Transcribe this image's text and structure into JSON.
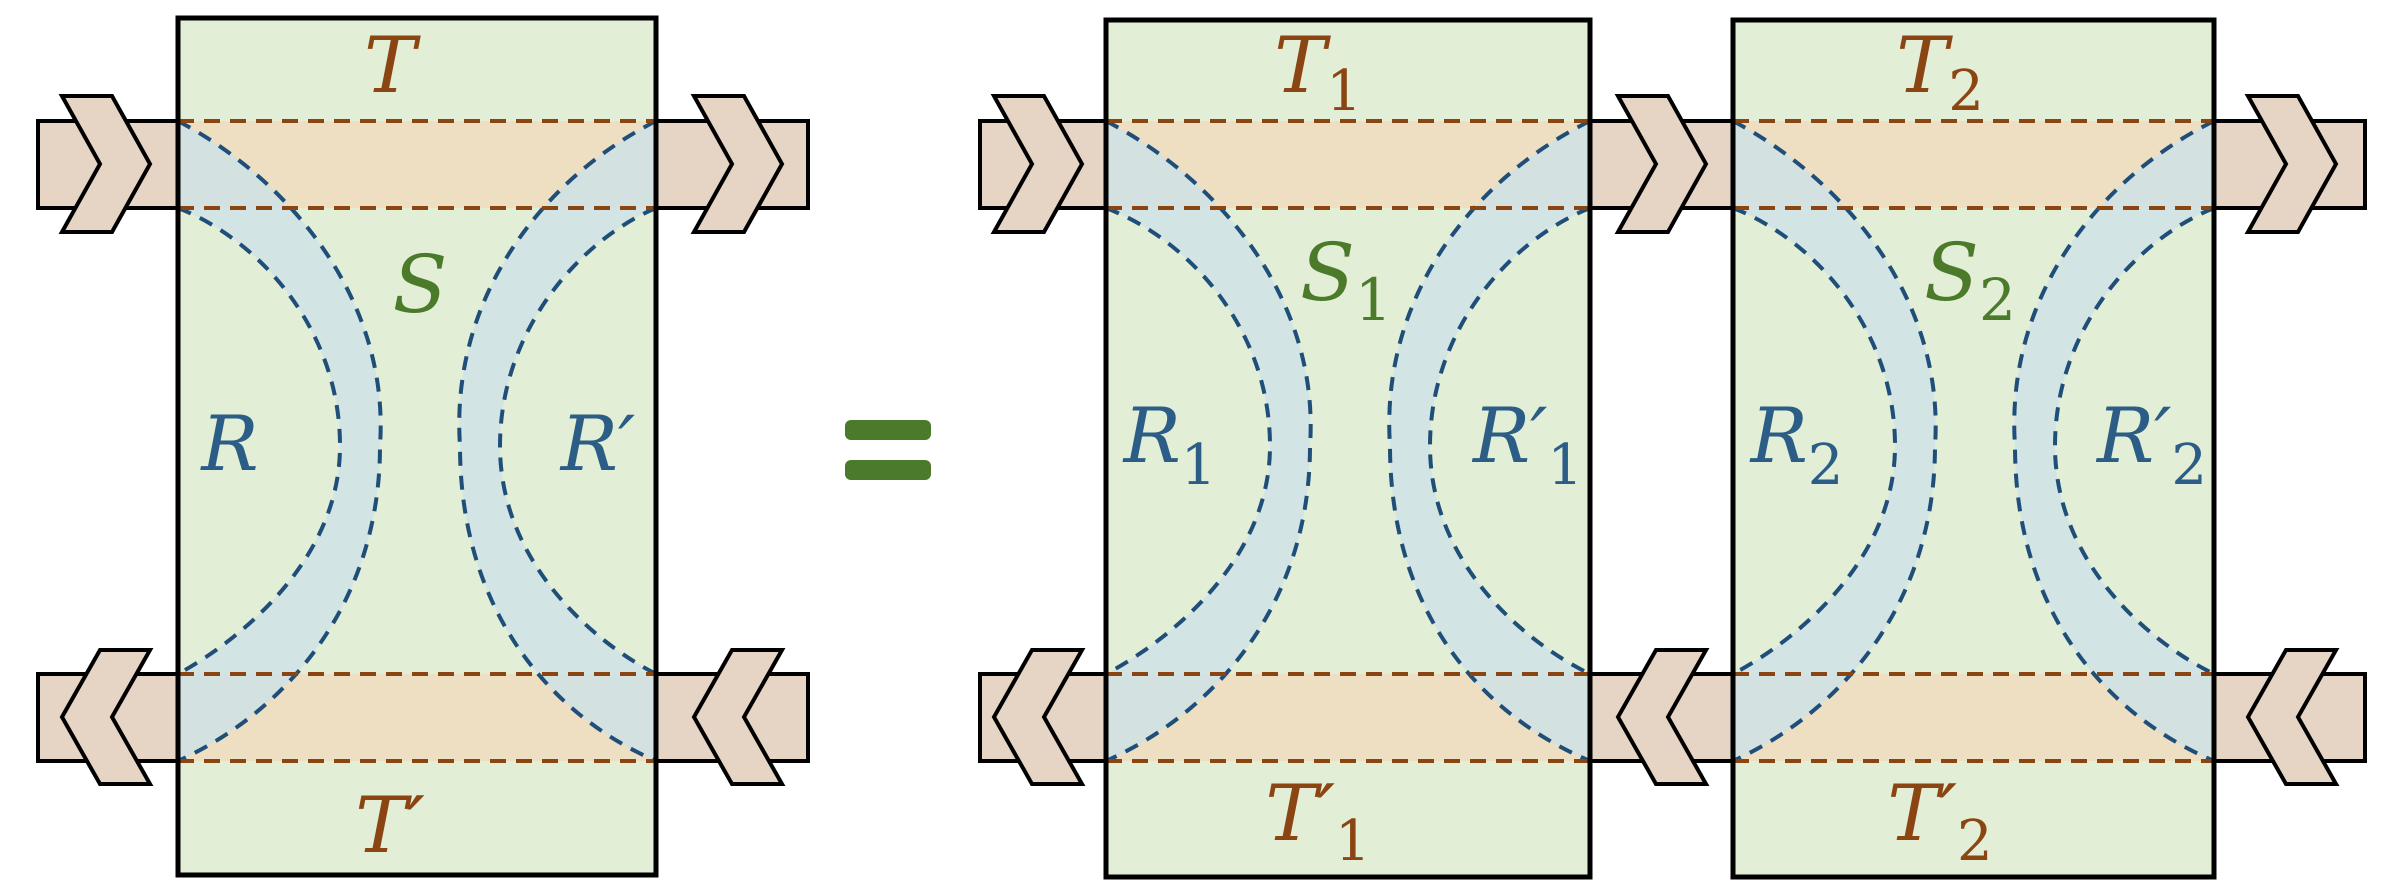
{
  "colors": {
    "box_fill": "#e2eed6",
    "box_stroke": "#000000",
    "band_fill": "#f0dcc0",
    "band_dash": "#8b4513",
    "arc_fill": "#cfe2e6",
    "arc_dash": "#1f4e79",
    "arrow_fill": "#e6d4c4",
    "label_T": "#8b4513",
    "label_S": "#4a7a2a",
    "label_R": "#2b5d86",
    "equals": "#4a7a2a"
  },
  "equals_sign": "=",
  "panels": [
    {
      "T": "T",
      "T_sub": "",
      "T_prime": "T′",
      "T_prime_sub": "",
      "S": "S",
      "S_sub": "",
      "R": "R",
      "R_sub": "",
      "R_prime": "R′",
      "R_prime_sub": ""
    },
    {
      "T": "T",
      "T_sub": "1",
      "T_prime": "T′",
      "T_prime_sub": "1",
      "S": "S",
      "S_sub": "1",
      "R": "R",
      "R_sub": "1",
      "R_prime": "R′",
      "R_prime_sub": "1"
    },
    {
      "T": "T",
      "T_sub": "2",
      "T_prime": "T′",
      "T_prime_sub": "2",
      "S": "S",
      "S_sub": "2",
      "R": "R",
      "R_sub": "2",
      "R_prime": "R′",
      "R_prime_sub": "2"
    }
  ]
}
